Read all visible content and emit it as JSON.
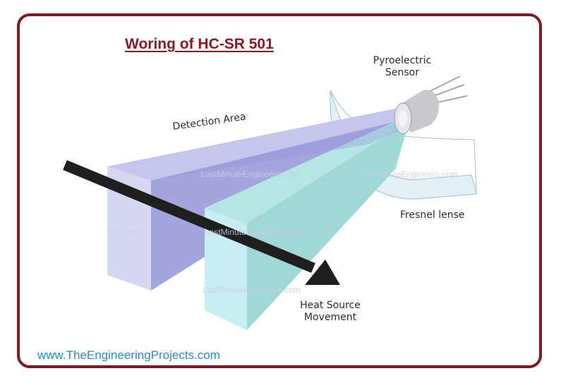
{
  "title": "Woring of HC-SR 501",
  "labels": {
    "sensor": "Pyroelectric\nSensor",
    "detection_area": "Detection Area",
    "fresnel": "Fresnel lense",
    "heat": "Heat Source\nMovement"
  },
  "watermarks": [
    "LastMinuteEngineers.com",
    "LastMinuteEngineers.com",
    "LastMinuteEngineers.com",
    "LastMinuteEngineers.com",
    "ers.com",
    "com"
  ],
  "footer": "www.TheEngineeringProjects.com",
  "colors": {
    "border": "#7f1a24",
    "title": "#8b1a26",
    "footer": "#2e8bc6",
    "purple_beam": "#b7b9e6",
    "teal_beam": "#a6dfe0"
  }
}
